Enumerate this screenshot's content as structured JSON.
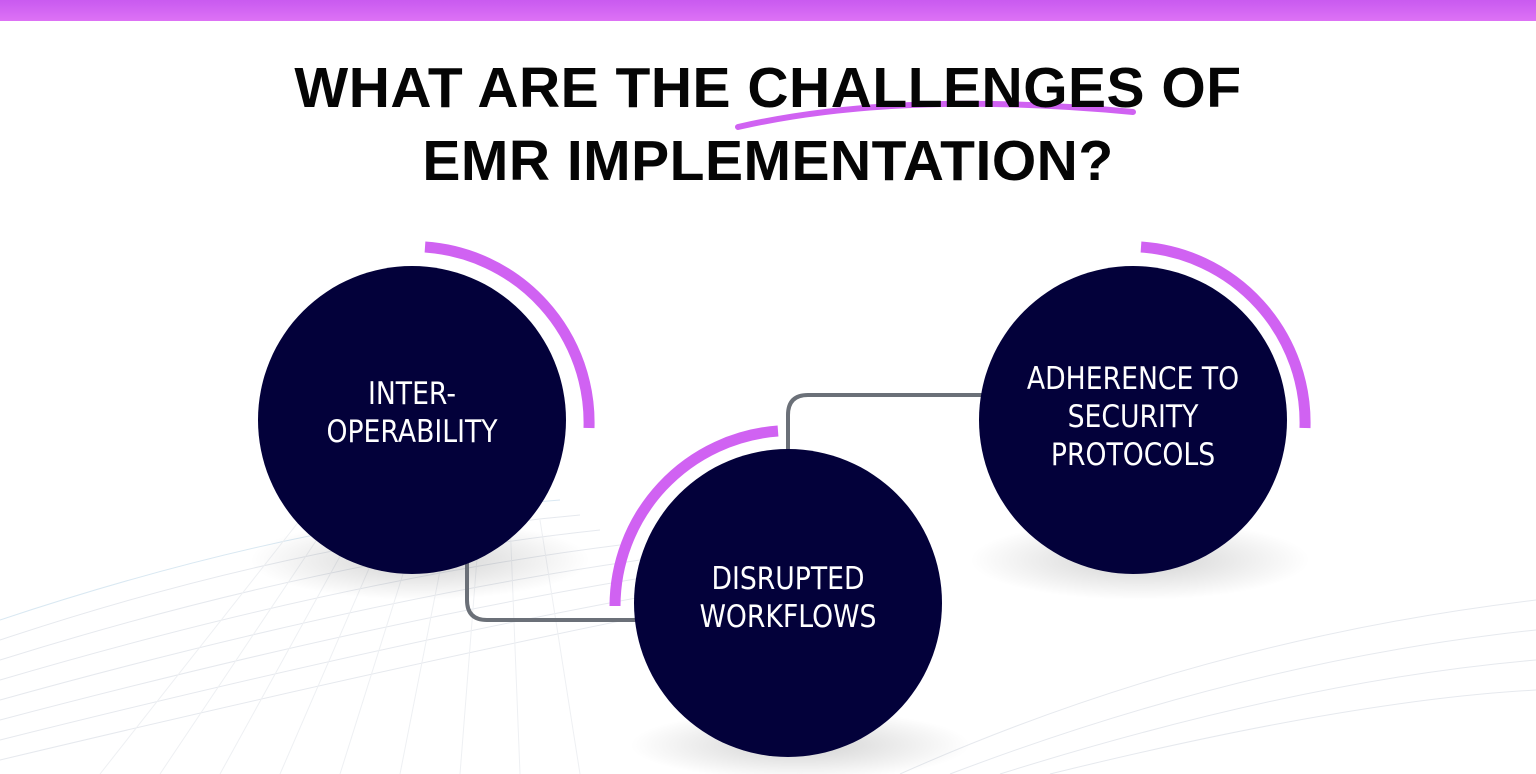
{
  "header": {
    "title_line1_prefix": "WHAT ARE THE ",
    "title_highlight": "CHALLENGES",
    "title_line1_suffix": " OF",
    "title_line2": "EMR IMPLEMENTATION?"
  },
  "colors": {
    "accent": "#d062f2",
    "circle_fill": "#03013a",
    "connector": "#6b7078",
    "title": "#050505"
  },
  "nodes": [
    {
      "id": "interoperability",
      "line1": "INTER-",
      "line2": "OPERABILITY"
    },
    {
      "id": "disrupted-workflows",
      "line1": "DISRUPTED",
      "line2": "WORKFLOWS"
    },
    {
      "id": "security-protocols",
      "line1": "ADHERENCE TO",
      "line2": "SECURITY",
      "line3": "PROTOCOLS"
    }
  ]
}
